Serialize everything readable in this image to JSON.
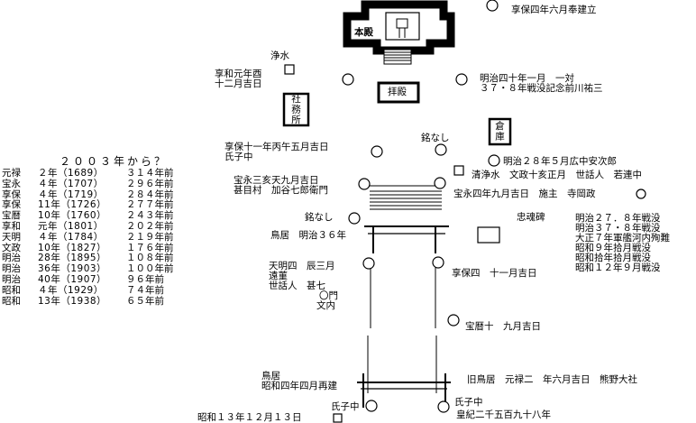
{
  "buildings": {
    "honden": "本殿",
    "haiden": "拝殿",
    "shamusho": "社務所",
    "soko": "倉庫"
  },
  "labels": {
    "kyoho4": "享保四年六月奉建立",
    "josui": "浄水",
    "kyowa_1": "享和元年酉",
    "kyowa_2": "十二月吉日",
    "meiji40_1": "明治四十年一月　一対",
    "meiji40_2": "３７・８年戦没記念前川祐三",
    "kyoho11_1": "享保十一年丙午五月吉日",
    "kyoho11_2": "氏子中",
    "meinashi_1": "銘なし",
    "meiji28": "明治２８年５月広中安次郎",
    "kiyojosui": "清浄水　文政十亥正月　世話人　若連中",
    "hoei_1": "宝永三亥天九月吉日",
    "hoei_2": "甚目村　加谷七郎衛門",
    "hoei4": "宝永四年九月吉日　施主　寺岡政",
    "meinashi_2": "銘なし",
    "chukonhi": "忠魂碑",
    "war_1": "明治２７．８年戦没",
    "war_2": "明治３７・８年戦没",
    "war_3": "大正７年軍艦河内殉難",
    "war_4": "昭和９年拾月戦没",
    "war_5": "昭和拾年拾月戦没",
    "war_6": "昭和１２年９月戦没",
    "torii_meiji": "鳥居　明治３６年",
    "tenmei_1": "天明四　辰三月",
    "tenmei_2": "遠菫",
    "tenmei_3": "世話人　甚七",
    "tenmei_4": "〇門",
    "tenmei_5": "文内",
    "kyoho4b": "享保四　十一月吉日",
    "horeki": "宝暦十　九月吉日",
    "torii_showa_1": "鳥居",
    "torii_showa_2": "昭和四年四月再建",
    "old_torii": "旧鳥居　元禄二　年六月吉日　熊野大社",
    "ujiko_l": "氏子中",
    "ujiko_r": "氏子中",
    "showa13": "昭和１３年１２月１３日",
    "koki": "皇紀二千五百九十八年"
  },
  "years": {
    "title": "２００３年から？",
    "rows": [
      {
        "era": "元禄",
        "year": "２年（1689）",
        "ago": "３１４年前"
      },
      {
        "era": "宝永",
        "year": "４年（1707）",
        "ago": "２９６年前"
      },
      {
        "era": "享保",
        "year": "４年（1719）",
        "ago": "２８４年前"
      },
      {
        "era": "享保",
        "year": "11年（1726）",
        "ago": "２７７年前"
      },
      {
        "era": "宝暦",
        "year": "10年（1760）",
        "ago": "２４３年前"
      },
      {
        "era": "享和",
        "year": "元年（1801）",
        "ago": "２０２年前"
      },
      {
        "era": "天明",
        "year": "４年（1784）",
        "ago": "２１９年前"
      },
      {
        "era": "文政",
        "year": "10年（1827）",
        "ago": "１７６年前"
      },
      {
        "era": "明治",
        "year": "28年（1895）",
        "ago": "１０８年前"
      },
      {
        "era": "明治",
        "year": "36年（1903）",
        "ago": "１００年前"
      },
      {
        "era": "明治",
        "year": "40年（1907）",
        "ago": "９６年前"
      },
      {
        "era": "昭和",
        "year": "４年（1929）",
        "ago": "７４年前"
      },
      {
        "era": "昭和",
        "year": "13年（1938）",
        "ago": "６５年前"
      }
    ]
  }
}
